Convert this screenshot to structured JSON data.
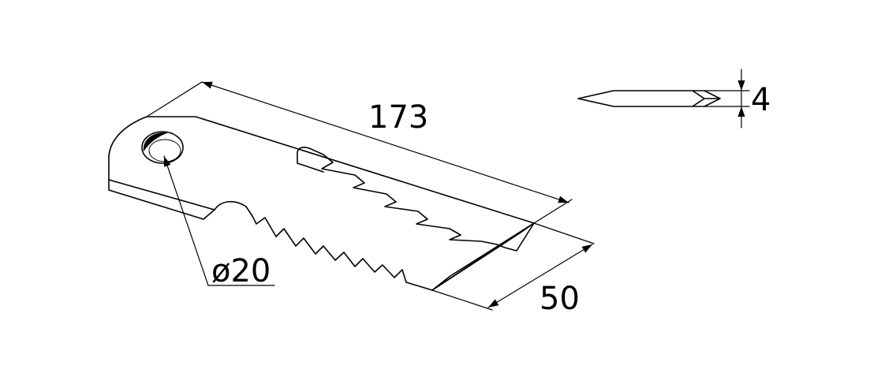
{
  "dimensions": {
    "length": "173",
    "width": "50",
    "thickness": "4",
    "hole_diameter": "ø20"
  }
}
